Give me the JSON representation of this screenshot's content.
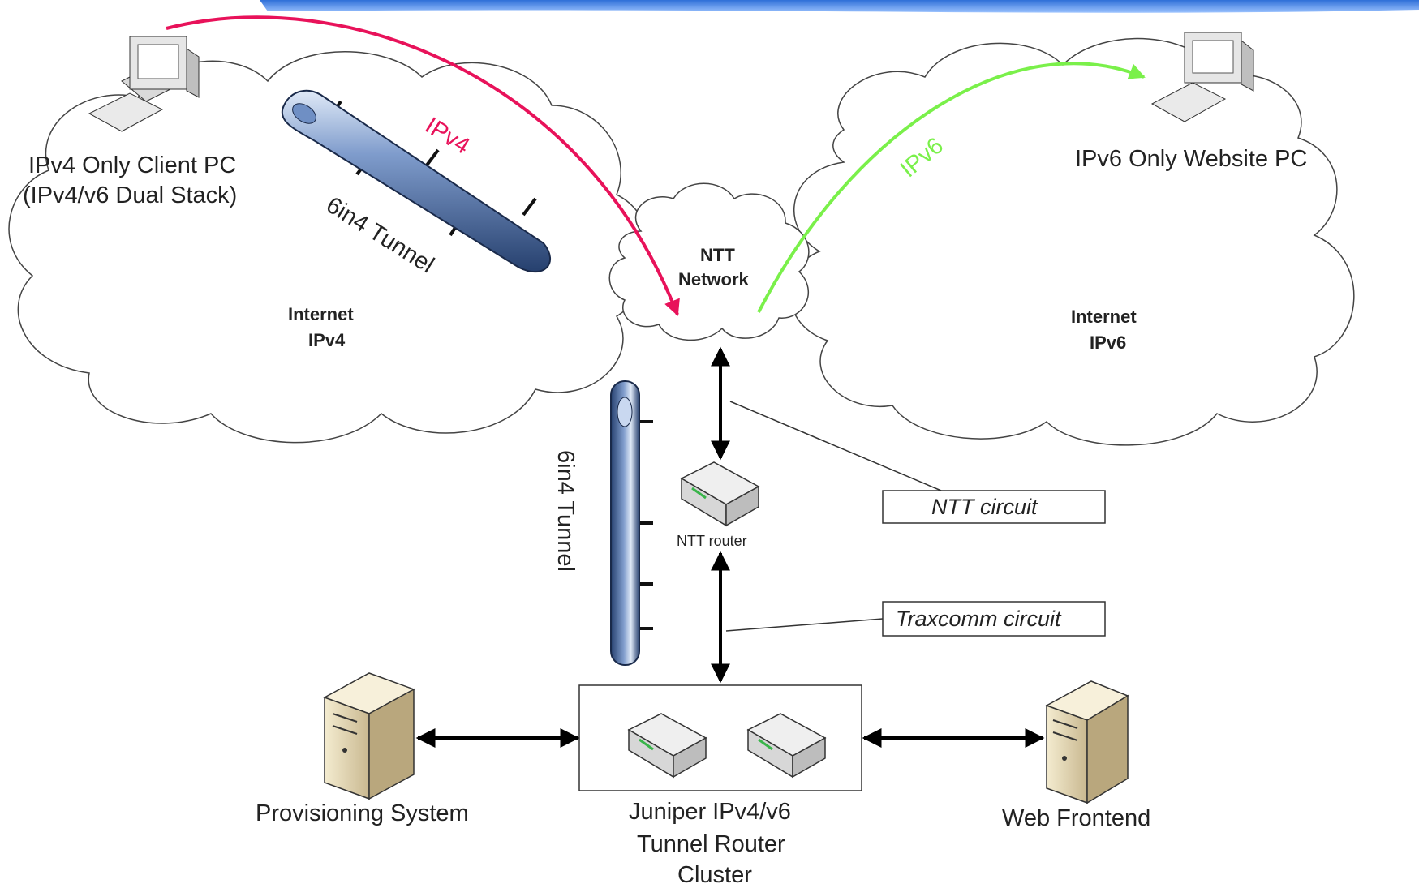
{
  "diagram": {
    "client_pc": {
      "line1": "IPv4 Only Client PC",
      "line2": "(IPv4/v6 Dual Stack)"
    },
    "website_pc": {
      "label": "IPv6 Only Website PC"
    },
    "ipv4_flow_label": "IPv4",
    "ipv6_flow_label": "IPv6",
    "tunnel_top_label": "6in4 Tunnel",
    "tunnel_vertical_label": "6in4 Tunnel",
    "internet_ipv4": {
      "line1": "Internet",
      "line2": "IPv4"
    },
    "internet_ipv6": {
      "line1": "Internet",
      "line2": "IPv6"
    },
    "ntt_network": {
      "line1": "NTT",
      "line2": "Network"
    },
    "ntt_router_label": "NTT router",
    "ntt_circuit_label": "NTT circuit",
    "traxcomm_circuit_label": "Traxcomm circuit",
    "router_cluster": {
      "line1": "Juniper IPv4/v6",
      "line2": "Tunnel Router",
      "line3": "Cluster"
    },
    "provisioning_label": "Provisioning System",
    "web_frontend_label": "Web Frontend",
    "colors": {
      "ipv4_flow": "#e8125a",
      "ipv6_flow": "#7af04a",
      "top_banner": "#3f7fe0",
      "tunnel": "#3d5a8e"
    }
  }
}
